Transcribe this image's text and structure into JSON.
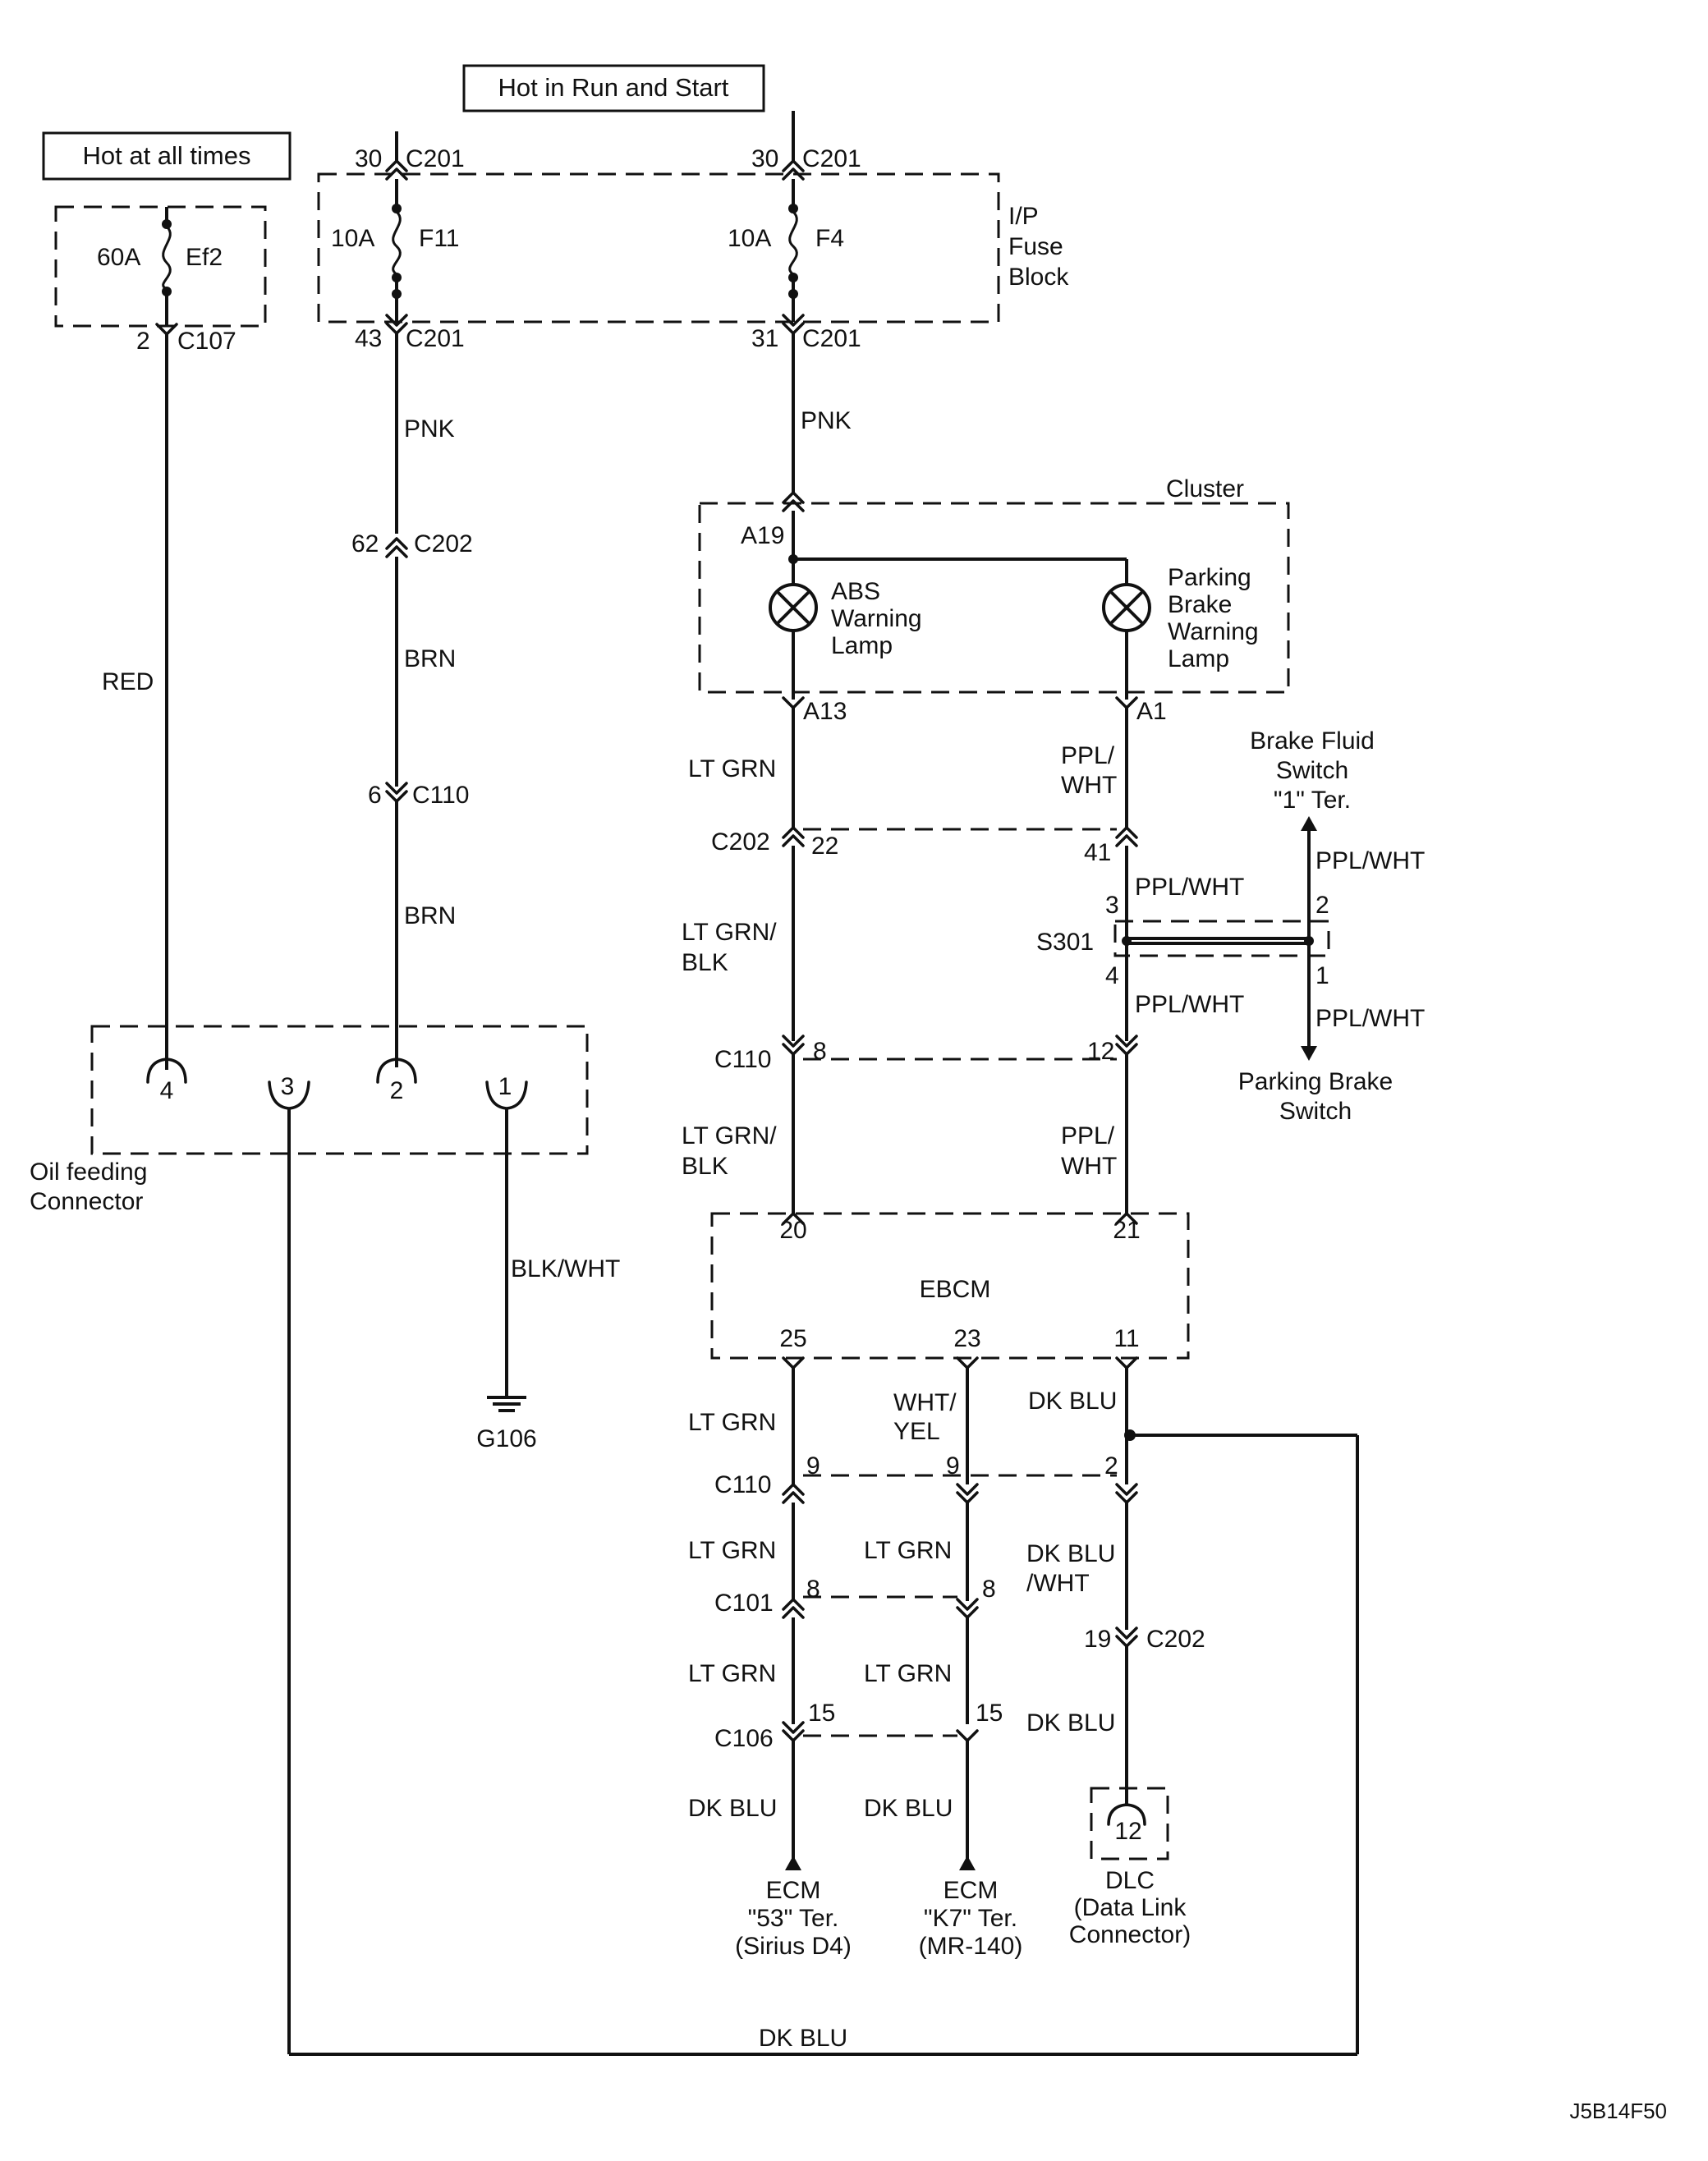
{
  "headers": {
    "hot_all_times": "Hot at all times",
    "hot_run_start": "Hot in Run and Start"
  },
  "fuse_block": {
    "label_line1": "I/P",
    "label_line2": "Fuse",
    "label_line3": "Block",
    "fuse_left_amp": "10A",
    "fuse_left_name": "F11",
    "fuse_right_amp": "10A",
    "fuse_right_name": "F4",
    "top_pin_left": "30",
    "top_pin_right": "30",
    "top_conn_left": "C201",
    "top_conn_right": "C201",
    "bot_pin_left": "43",
    "bot_pin_right": "31",
    "bot_conn_left": "C201",
    "bot_conn_right": "C201"
  },
  "ef_fuse": {
    "amp": "60A",
    "name": "Ef2",
    "pin": "2",
    "conn": "C107"
  },
  "wires": {
    "red": "RED",
    "pnk_left": "PNK",
    "pnk_right": "PNK",
    "brn_upper": "BRN",
    "brn_lower": "BRN",
    "blk_wht": "BLK/WHT",
    "lt_grn_a13": "LT GRN",
    "ppl_wht_a1_l1": "PPL/",
    "ppl_wht_a1_l2": "WHT",
    "lt_grn_blk_1_l1": "LT GRN/",
    "lt_grn_blk_1_l2": "BLK",
    "lt_grn_blk_2_l1": "LT GRN/",
    "lt_grn_blk_2_l2": "BLK",
    "ppl_wht_s301_top": "PPL/WHT",
    "ppl_wht_s301_bot": "PPL/WHT",
    "ppl_wht_ebcm_l1": "PPL/",
    "ppl_wht_ebcm_l2": "WHT",
    "ppl_wht_brake_fluid": "PPL/WHT",
    "ppl_wht_parking": "PPL/WHT",
    "lt_grn_25": "LT GRN",
    "wht_yel_l1": "WHT/",
    "wht_yel_l2": "YEL",
    "dk_blu_11": "DK BLU",
    "lt_grn_c101_l": "LT GRN",
    "lt_grn_c101_r": "LT GRN",
    "dk_blu_wht_l1": "DK BLU",
    "dk_blu_wht_l2": "/WHT",
    "lt_grn_c106_l": "LT GRN",
    "lt_grn_c106_r": "LT GRN",
    "dk_blu_dlc": "DK BLU",
    "dk_blu_ecm1": "DK BLU",
    "dk_blu_ecm2": "DK BLU",
    "dk_blu_bottom": "DK BLU"
  },
  "connectors": {
    "c202_62": "62",
    "c202_62_name": "C202",
    "c110_6": "6",
    "c110_6_name": "C110",
    "a19": "A19",
    "a13": "A13",
    "a1": "A1",
    "c202_22_name": "C202",
    "c202_22": "22",
    "c202_41": "41",
    "s301": "S301",
    "s301_pin3": "3",
    "s301_pin4": "4",
    "s301_pin2": "2",
    "s301_pin1": "1",
    "c110_name": "C110",
    "c110_8": "8",
    "c110_12": "12",
    "ebcm_20": "20",
    "ebcm_21": "21",
    "ebcm_25": "25",
    "ebcm_23": "23",
    "ebcm_11": "11",
    "c110b_name": "C110",
    "c110b_9l": "9",
    "c110b_9r": "9",
    "c110b_2": "2",
    "c101_name": "C101",
    "c101_8l": "8",
    "c101_8r": "8",
    "c202b_19": "19",
    "c202b_name": "C202",
    "c106_name": "C106",
    "c106_15l": "15",
    "c106_15r": "15"
  },
  "components": {
    "cluster": "Cluster",
    "abs_lamp_l1": "ABS",
    "abs_lamp_l2": "Warning",
    "abs_lamp_l3": "Lamp",
    "park_lamp_l1": "Parking",
    "park_lamp_l2": "Brake",
    "park_lamp_l3": "Warning",
    "park_lamp_l4": "Lamp",
    "brake_fluid_l1": "Brake Fluid",
    "brake_fluid_l2": "Switch",
    "brake_fluid_l3": "\"1\" Ter.",
    "parking_switch_l1": "Parking Brake",
    "parking_switch_l2": "Switch",
    "ebcm": "EBCM",
    "oil_conn_l1": "Oil feeding",
    "oil_conn_l2": "Connector",
    "oil_pin4": "4",
    "oil_pin3": "3",
    "oil_pin2": "2",
    "oil_pin1": "1",
    "ground": "G106",
    "ecm1_l1": "ECM",
    "ecm1_l2": "\"53\" Ter.",
    "ecm1_l3": "(Sirius D4)",
    "ecm2_l1": "ECM",
    "ecm2_l2": "\"K7\" Ter.",
    "ecm2_l3": "(MR-140)",
    "dlc_pin": "12",
    "dlc_l1": "DLC",
    "dlc_l2": "(Data Link",
    "dlc_l3": "Connector)"
  },
  "footer": {
    "code": "J5B14F50"
  }
}
